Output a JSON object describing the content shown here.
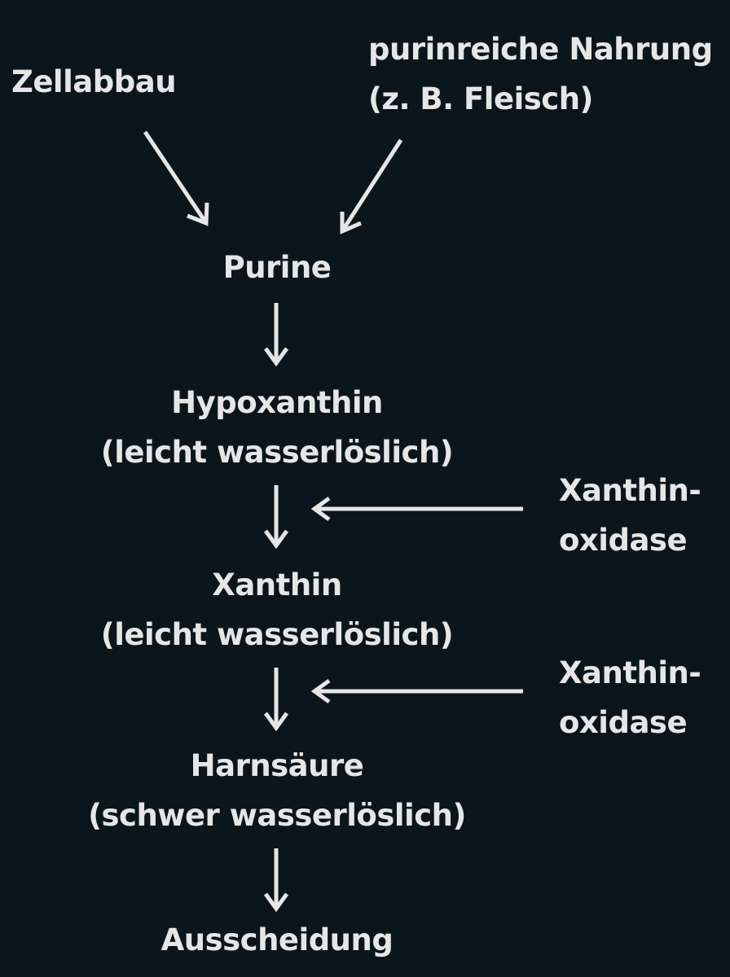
{
  "sources": {
    "cell_breakdown": "Zellabbau",
    "purine_food_line1": "purinreiche Nahrung",
    "purine_food_line2": "(z. B. Fleisch)"
  },
  "steps": {
    "purine": "Purine",
    "hypoxanthine": "Hypoxanthin",
    "hypoxanthine_note": "(leicht wasserlöslich)",
    "xanthine": "Xanthin",
    "xanthine_note": "(leicht wasserlöslich)",
    "uric_acid": "Harnsäure",
    "uric_acid_note": "(schwer wasserlöslich)",
    "excretion": "Ausscheidung"
  },
  "enzymes": {
    "enzyme_1_line1": "Xanthin-",
    "enzyme_1_line2": "oxidase",
    "enzyme_2_line1": "Xanthin-",
    "enzyme_2_line2": "oxidase"
  },
  "colors": {
    "background": "#0a161b",
    "text": "#e6e6e6",
    "arrow": "#e6e6e6"
  }
}
